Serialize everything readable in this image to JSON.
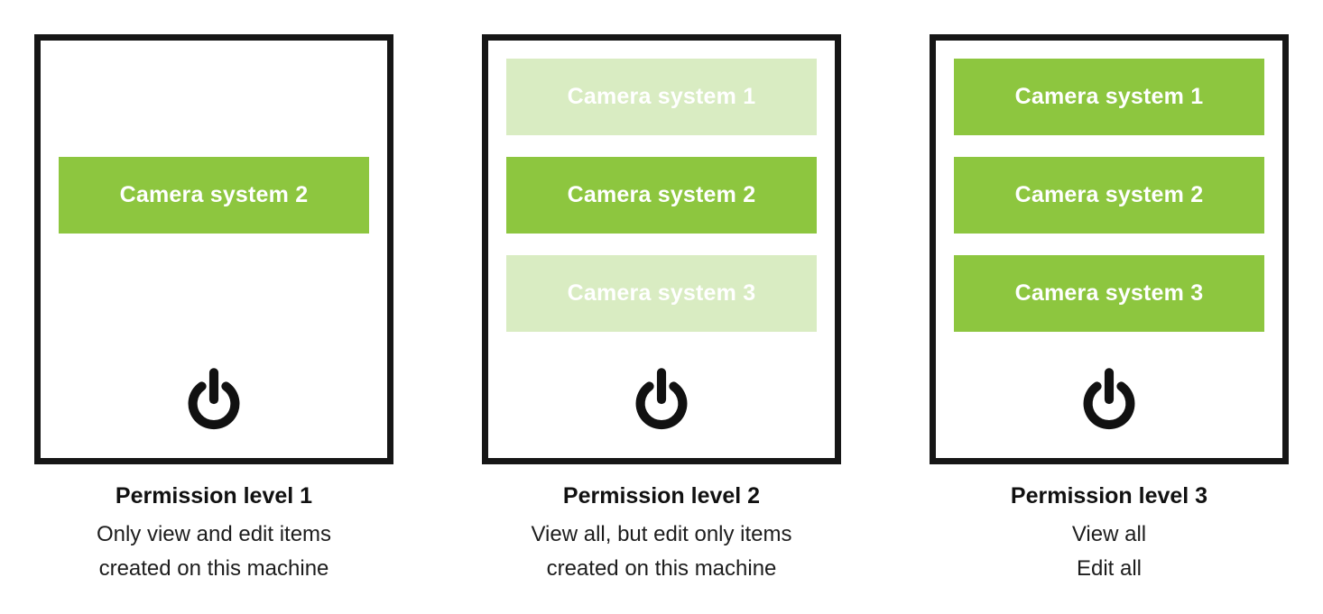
{
  "diagram": {
    "colors": {
      "bar_active": "#8dc63f",
      "bar_faded": "#d9ecc2",
      "frame": "#161616",
      "text": "#1d1d1d"
    },
    "panels": [
      {
        "bars": [
          {
            "label": "",
            "state": "hidden"
          },
          {
            "label": "Camera system 2",
            "state": "active"
          },
          {
            "label": "",
            "state": "hidden"
          }
        ],
        "caption": {
          "title": "Permission level 1",
          "lines": [
            "Only view and edit items",
            "created on this machine"
          ]
        }
      },
      {
        "bars": [
          {
            "label": "Camera system 1",
            "state": "faded"
          },
          {
            "label": "Camera system 2",
            "state": "active"
          },
          {
            "label": "Camera system 3",
            "state": "faded"
          }
        ],
        "caption": {
          "title": "Permission level 2",
          "lines": [
            "View all, but edit only items",
            "created on this machine"
          ]
        }
      },
      {
        "bars": [
          {
            "label": "Camera system 1",
            "state": "active"
          },
          {
            "label": "Camera system 2",
            "state": "active"
          },
          {
            "label": "Camera system 3",
            "state": "active"
          }
        ],
        "caption": {
          "title": "Permission level 3",
          "lines": [
            "View all",
            "Edit all"
          ]
        }
      }
    ]
  }
}
